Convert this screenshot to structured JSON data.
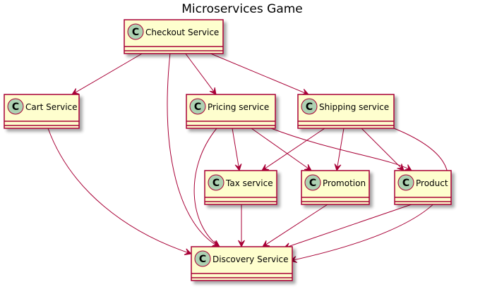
{
  "title": "Microservices Game",
  "classes": [
    {
      "id": "checkout",
      "name": "Checkout Service",
      "stereotype": "C"
    },
    {
      "id": "cart",
      "name": "Cart Service",
      "stereotype": "C"
    },
    {
      "id": "pricing",
      "name": "Pricing service",
      "stereotype": "C"
    },
    {
      "id": "shipping",
      "name": "Shipping service",
      "stereotype": "C"
    },
    {
      "id": "tax",
      "name": "Tax service",
      "stereotype": "C"
    },
    {
      "id": "promotion",
      "name": "Promotion",
      "stereotype": "C"
    },
    {
      "id": "product",
      "name": "Product",
      "stereotype": "C"
    },
    {
      "id": "discovery",
      "name": "Discovery Service",
      "stereotype": "C"
    }
  ],
  "edges": [
    {
      "from": "checkout",
      "to": "cart"
    },
    {
      "from": "checkout",
      "to": "discovery"
    },
    {
      "from": "checkout",
      "to": "pricing"
    },
    {
      "from": "checkout",
      "to": "shipping"
    },
    {
      "from": "cart",
      "to": "discovery"
    },
    {
      "from": "pricing",
      "to": "discovery"
    },
    {
      "from": "pricing",
      "to": "tax"
    },
    {
      "from": "pricing",
      "to": "promotion"
    },
    {
      "from": "pricing",
      "to": "product"
    },
    {
      "from": "shipping",
      "to": "tax"
    },
    {
      "from": "shipping",
      "to": "promotion"
    },
    {
      "from": "shipping",
      "to": "product"
    },
    {
      "from": "shipping",
      "to": "discovery"
    },
    {
      "from": "tax",
      "to": "discovery"
    },
    {
      "from": "promotion",
      "to": "discovery"
    },
    {
      "from": "product",
      "to": "discovery"
    }
  ],
  "colors": {
    "class_fill": "#FEFECE",
    "class_border": "#A80036",
    "stereotype_fill": "#ADD1B2",
    "edge": "#A80036",
    "text": "#000000"
  }
}
